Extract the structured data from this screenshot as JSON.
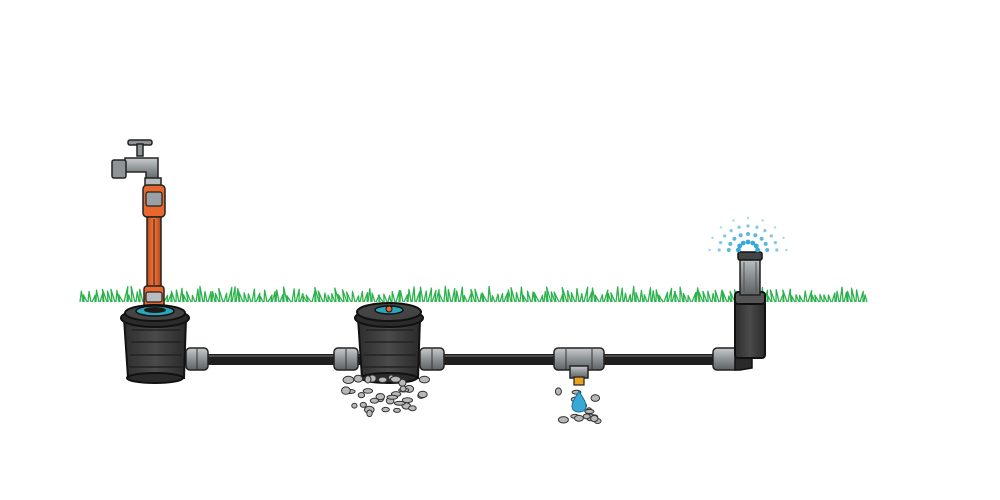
{
  "diagram": {
    "description_labels": [],
    "components": [
      {
        "id": "tap",
        "icon": "water-tap-icon"
      },
      {
        "id": "supply-box",
        "icon": "supply-box-icon"
      },
      {
        "id": "valve-box",
        "icon": "valve-box-icon"
      },
      {
        "id": "drain-valve",
        "icon": "drain-valve-icon"
      },
      {
        "id": "pop-up-sprinkler",
        "icon": "pop-up-sprinkler-icon"
      }
    ],
    "colors": {
      "grass": "#2bb24c",
      "hose": "#e8672c",
      "pipe": "#1f1f1f",
      "box": "#3a3a3a",
      "fitting": "#8e9396",
      "water": "#38a8d6",
      "accent": "#2aa6b9",
      "gravel": "#b8b8b8"
    }
  }
}
